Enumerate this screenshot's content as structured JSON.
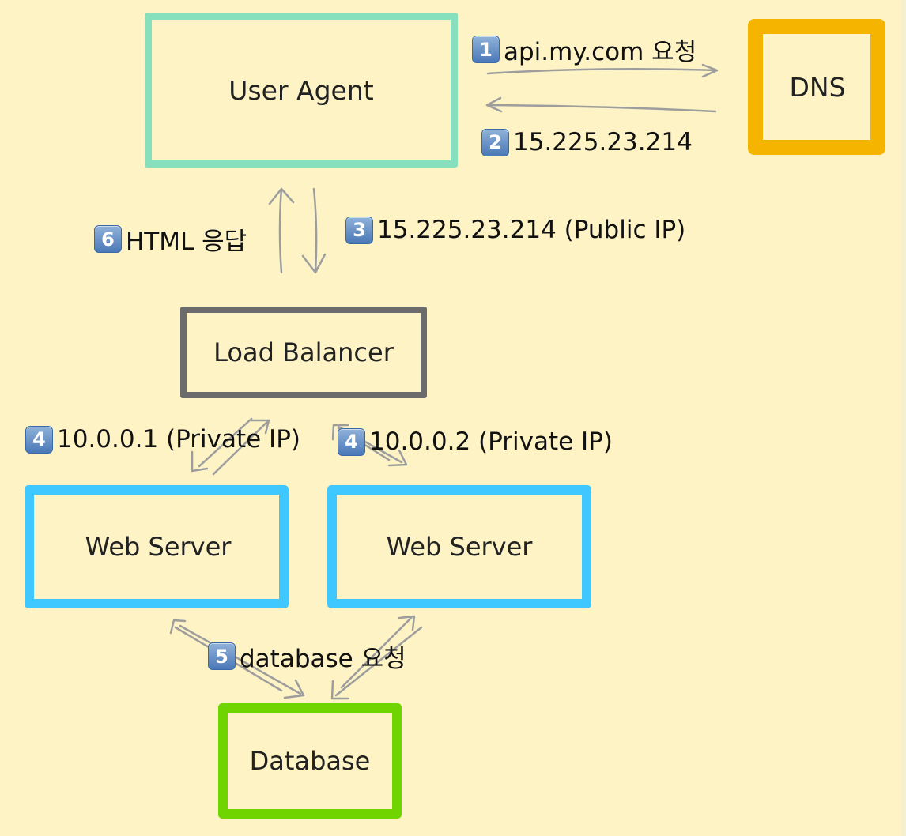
{
  "nodes": {
    "user_agent": "User Agent",
    "dns": "DNS",
    "load_balancer": "Load Balancer",
    "web_server_1": "Web Server",
    "web_server_2": "Web Server",
    "database": "Database"
  },
  "steps": [
    {
      "badge": "1",
      "text": "api.my.com 요청"
    },
    {
      "badge": "2",
      "text": "15.225.23.214"
    },
    {
      "badge": "3",
      "text": "15.225.23.214 (Public IP)"
    },
    {
      "badge": "4",
      "text": "10.0.0.1 (Private IP)"
    },
    {
      "badge": "4",
      "text": "10.0.0.2 (Private IP)"
    },
    {
      "badge": "5",
      "text": "database 요청"
    },
    {
      "badge": "6",
      "text": "HTML 응답"
    }
  ],
  "colors": {
    "background": "#fdf3c5",
    "user_agent_border": "#86dfbd",
    "dns_border": "#f5b400",
    "load_balancer_border": "#6b6b6b",
    "web_server_border": "#3ec8ff",
    "database_border": "#6fd400",
    "arrow": "#9d9d9d"
  }
}
